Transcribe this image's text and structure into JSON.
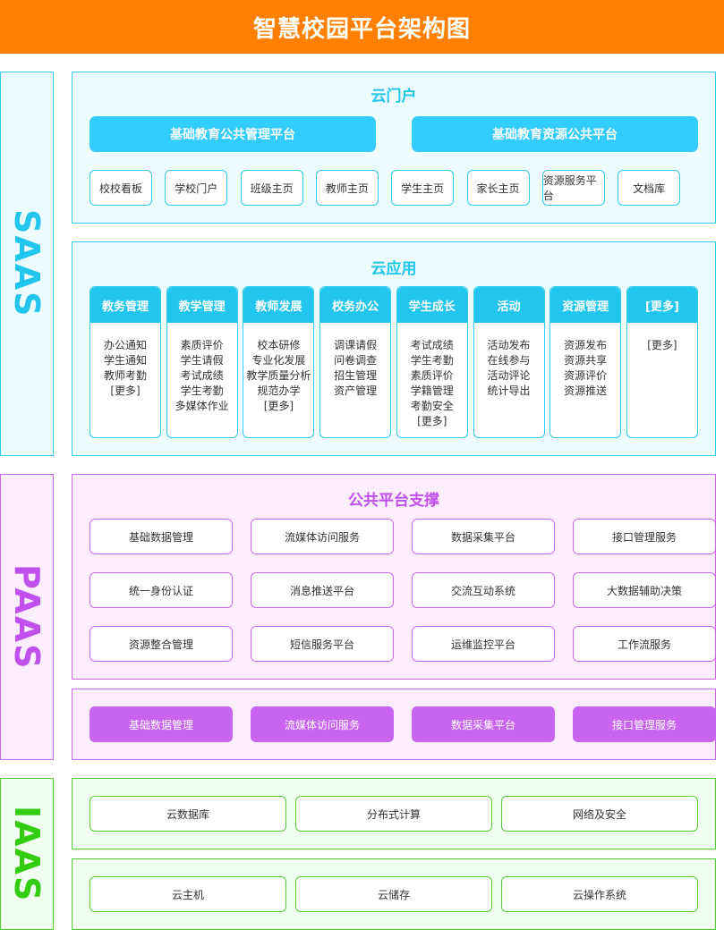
{
  "title": "智慧校园平台架构图",
  "layers": {
    "saas": "SAAS",
    "paas": "PAAS",
    "iaas": "IAAS"
  },
  "portal": {
    "title": "云门户",
    "platforms": [
      "基础教育公共管理平台",
      "基础教育资源公共平台"
    ],
    "items": [
      "校校看板",
      "学校门户",
      "班级主页",
      "教师主页",
      "学生主页",
      "家长主页",
      "资源服务平台",
      "文档库"
    ]
  },
  "apps": {
    "title": "云应用",
    "columns": [
      {
        "head": "教务管理",
        "items": [
          "办公通知",
          "学生通知",
          "教师考勤",
          "[更多]"
        ]
      },
      {
        "head": "教学管理",
        "items": [
          "素质评价",
          "学生请假",
          "考试成绩",
          "学生考勤",
          "多媒体作业"
        ]
      },
      {
        "head": "教师发展",
        "items": [
          "校本研修",
          "专业化发展",
          "教学质量分析",
          "规范办学",
          "[更多]"
        ]
      },
      {
        "head": "校务办公",
        "items": [
          "调课请假",
          "问卷调查",
          "招生管理",
          "资产管理"
        ]
      },
      {
        "head": "学生成长",
        "items": [
          "考试成绩",
          "学生考勤",
          "素质评价",
          "学籍管理",
          "考勤安全",
          "[更多]"
        ]
      },
      {
        "head": "活动",
        "items": [
          "活动发布",
          "在线参与",
          "活动评论",
          "统计导出"
        ]
      },
      {
        "head": "资源管理",
        "items": [
          "资源发布",
          "资源共享",
          "资源评价",
          "资源推送"
        ]
      },
      {
        "head": "[更多]",
        "items": [
          "[更多]"
        ]
      }
    ]
  },
  "paas": {
    "title": "公共平台支撑",
    "grid": [
      "基础数据管理",
      "流媒体访问服务",
      "数据采集平台",
      "接口管理服务",
      "统一身份认证",
      "消息推送平台",
      "交流互动系统",
      "大数据辅助决策",
      "资源整合管理",
      "短信服务平台",
      "运维监控平台",
      "工作流服务"
    ],
    "filled": [
      "基础数据管理",
      "流媒体访问服务",
      "数据采集平台",
      "接口管理服务"
    ]
  },
  "iaas": {
    "row1": [
      "云数据库",
      "分布式计算",
      "网络及安全"
    ],
    "row2": [
      "云主机",
      "云储存",
      "云操作系统"
    ]
  },
  "colors": {
    "header": "#ff7f00",
    "saas": "#22c5ee",
    "paas": "#c050ee",
    "iaas": "#33cc11"
  }
}
